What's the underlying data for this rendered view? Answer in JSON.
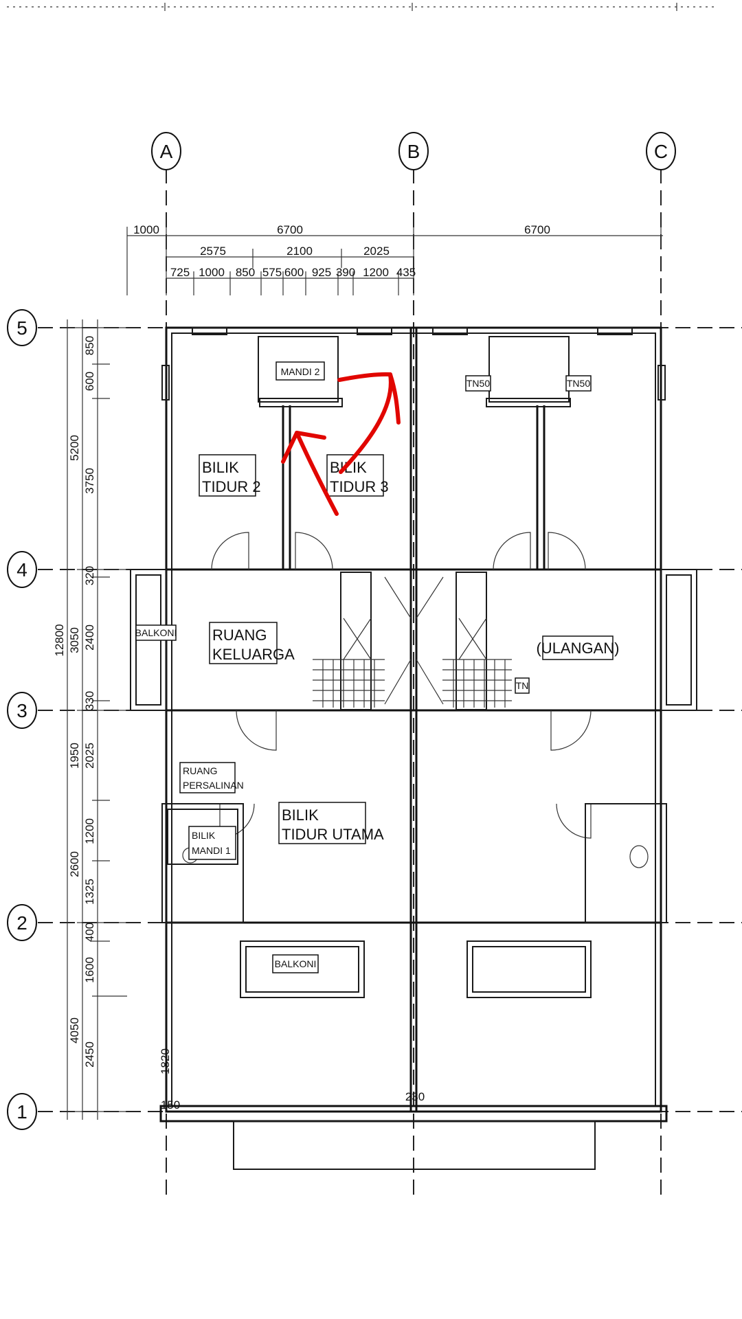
{
  "grid_columns": [
    "A",
    "B",
    "C"
  ],
  "grid_rows": [
    "5",
    "4",
    "3",
    "2",
    "1"
  ],
  "top_dimensions": {
    "row1": [
      "1000",
      "6700",
      "6700"
    ],
    "row2": [
      "2575",
      "2100",
      "2025"
    ],
    "row3": [
      "725",
      "1000",
      "850",
      "575",
      "600",
      "925",
      "390",
      "1200",
      "435"
    ]
  },
  "left_dimensions": {
    "overall": "12800",
    "major": [
      "5200",
      "3050",
      "1950",
      "2600",
      "4050"
    ],
    "minor": [
      "850",
      "600",
      "3750",
      "320",
      "2400",
      "330",
      "2025",
      "1200",
      "1325",
      "400",
      "1600",
      "2450"
    ]
  },
  "rooms": {
    "mandi2": "MANDI 2",
    "tn50_left": "TN50",
    "tn50_right": "TN50",
    "bilik_tidur_2": [
      "BILIK",
      "TIDUR 2"
    ],
    "bilik_tidur_3": [
      "BILIK",
      "TIDUR 3"
    ],
    "balkoni_left": "BALKONI",
    "ruang_keluarga": [
      "RUANG",
      "KELUARGA"
    ],
    "ulangan": "(ULANGAN)",
    "tn": "TN",
    "ruang_persalinan": [
      "RUANG",
      "PERSALINAN"
    ],
    "bilik_mandi_1": [
      "BILIK",
      "MANDI 1"
    ],
    "bilik_tidur_utama": [
      "BILIK",
      "TIDUR UTAMA"
    ],
    "balkoni_bottom": "BALKONI"
  },
  "misc_dims": [
    "1820",
    "150",
    "230"
  ],
  "colors": {
    "ink": "#111111",
    "annotation": "#e10600",
    "background": "#ffffff"
  }
}
